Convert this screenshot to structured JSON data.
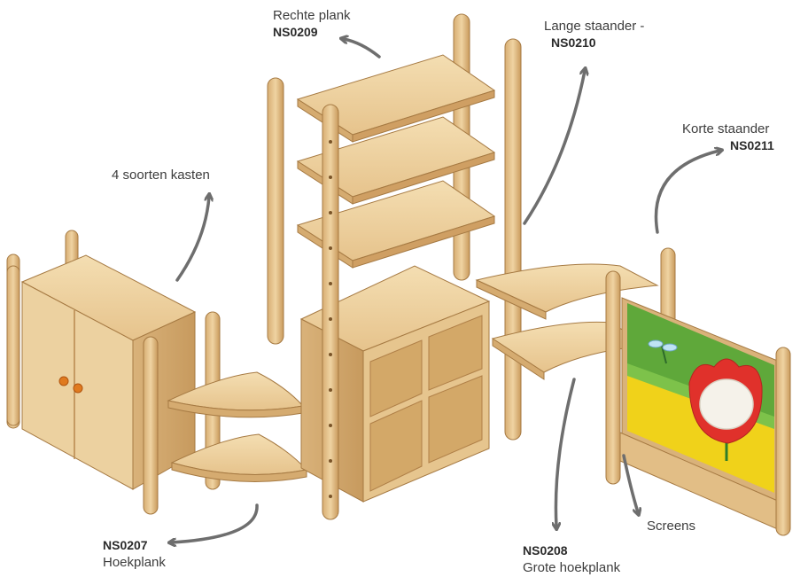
{
  "labels": {
    "rechte_plank": {
      "name": "Rechte plank",
      "code": "NS0209"
    },
    "lange_staander": {
      "name": "Lange staander -",
      "code": "NS0210"
    },
    "korte_staander": {
      "name": "Korte staander",
      "code": "NS0211"
    },
    "kasten": {
      "name": "4 soorten kasten"
    },
    "hoekplank": {
      "code": "NS0207",
      "name": "Hoekplank"
    },
    "grote_hoekplank": {
      "code": "NS0208",
      "name": "Grote hoekplank"
    },
    "screens": {
      "name": "Screens"
    }
  },
  "colors": {
    "wood_light": "#efd6a8",
    "wood_mid": "#e2be86",
    "wood_dark": "#c99a5c",
    "wood_edge": "#a67a43",
    "arrow": "#6e6e6e",
    "screen_green": "#5fa83a",
    "screen_yellow": "#f0d21a",
    "tulip_red": "#e0312b"
  },
  "icons": [
    "arrow-icon",
    "knob-icon",
    "dragonfly-icon",
    "tulip-icon"
  ]
}
